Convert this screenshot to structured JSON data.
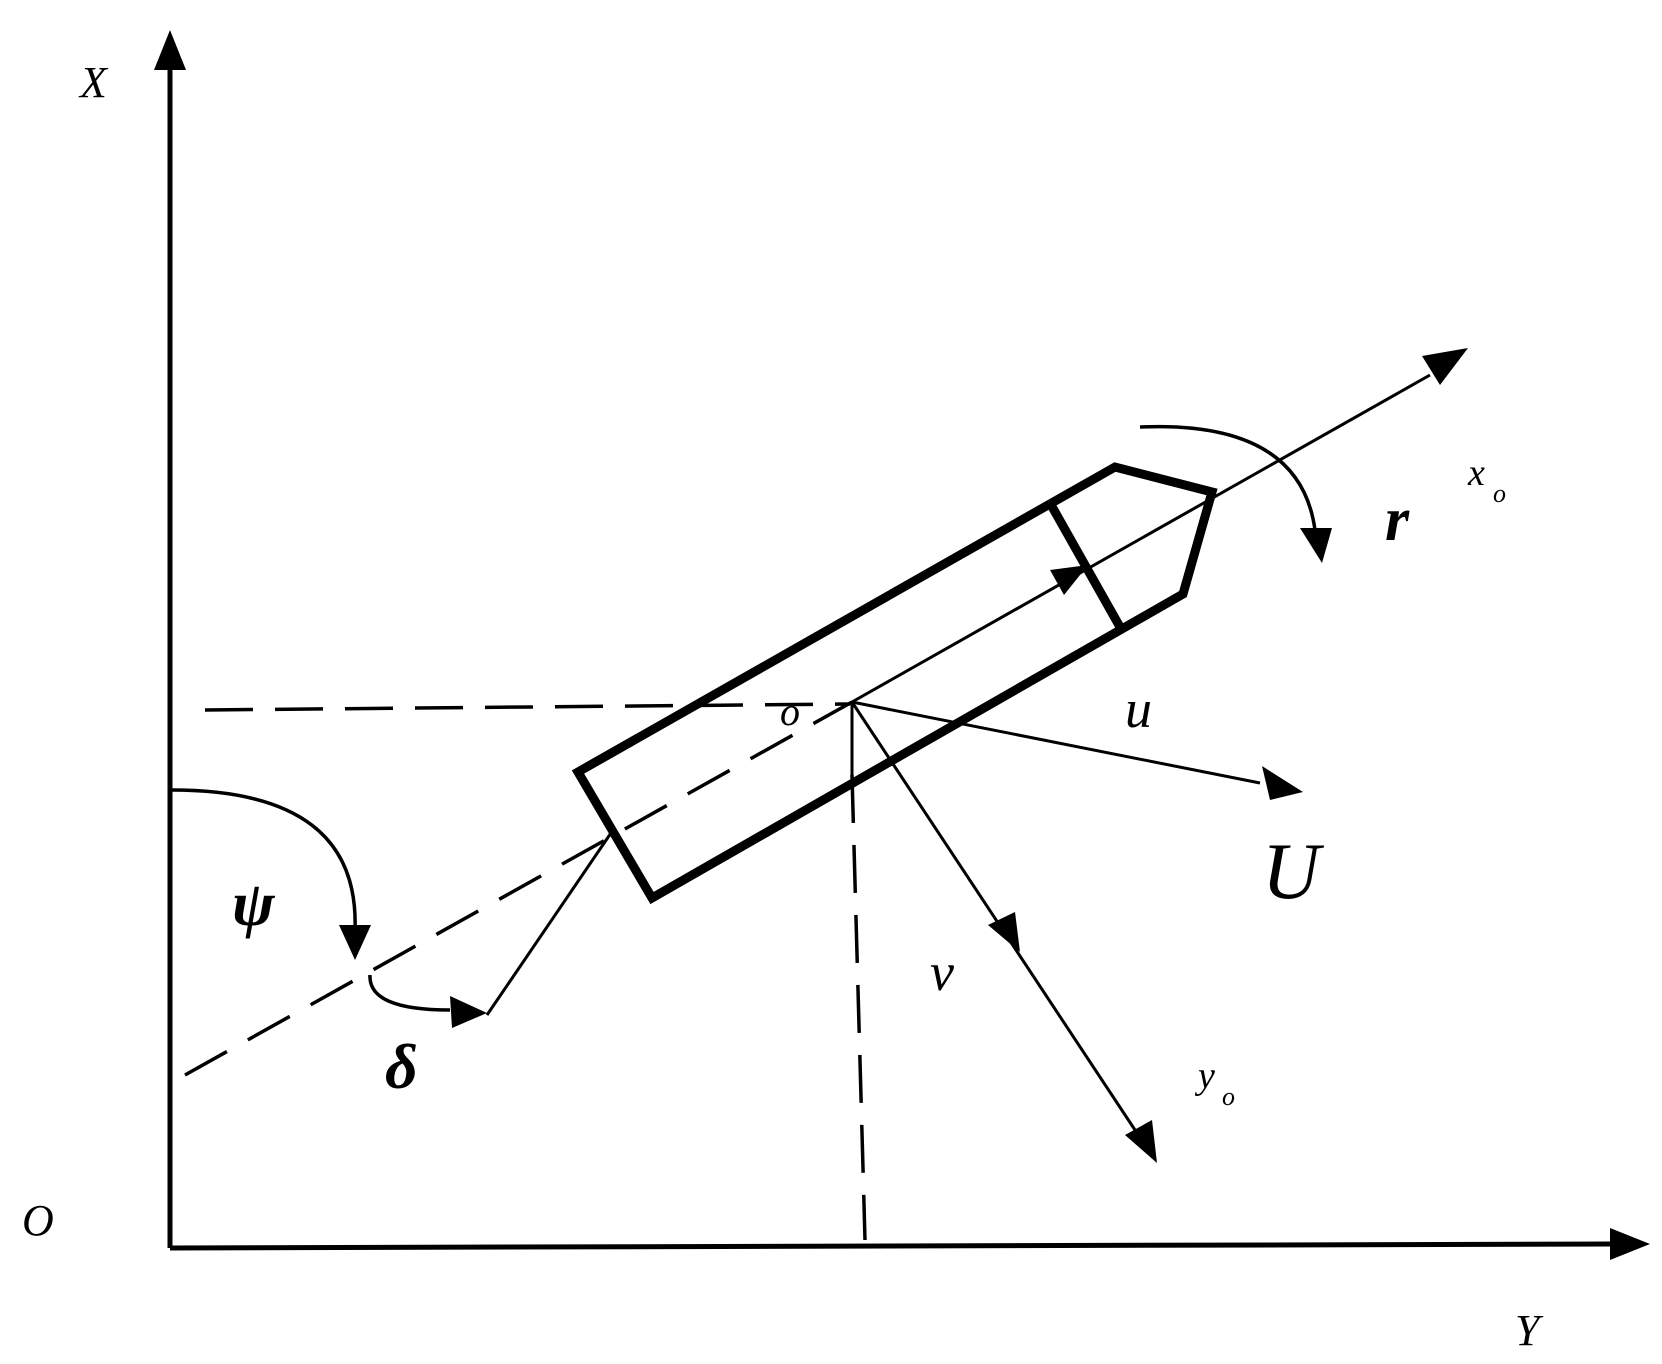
{
  "labels": {
    "origin": "O",
    "axis_x": "X",
    "axis_y": "Y",
    "body_origin": "o",
    "body_x": "x",
    "body_x_sub": "o",
    "body_y": "y",
    "body_y_sub": "o",
    "yaw_rate": "r",
    "surge": "u",
    "total_speed": "U",
    "sway": "v",
    "heading": "ψ",
    "rudder": "δ"
  }
}
